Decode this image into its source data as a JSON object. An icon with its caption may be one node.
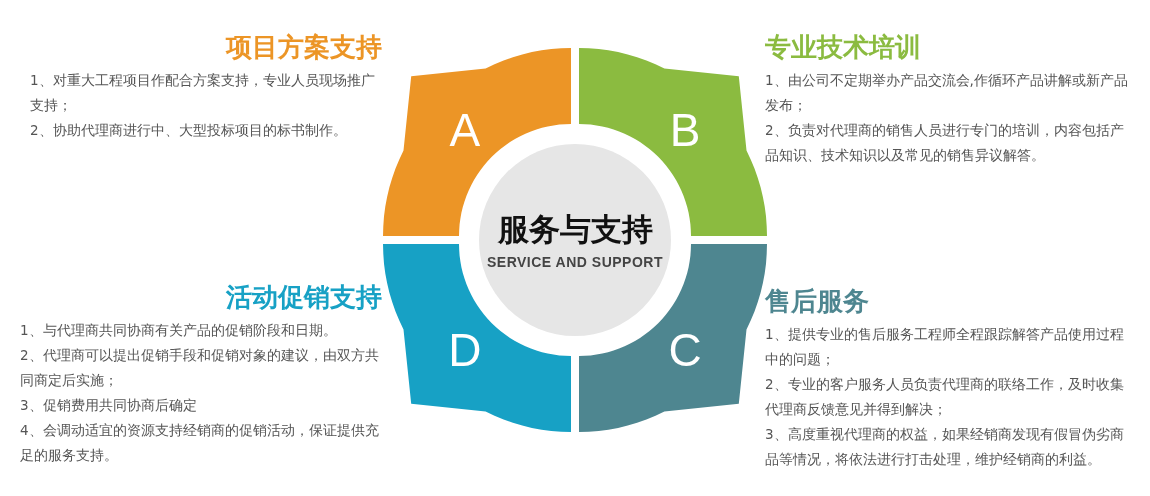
{
  "diagram": {
    "nodes": [
      {
        "text": [
          "服务与支持",
          "SERVICE AND SUPPORT"
        ]
      },
      {
        "text": [
          "A"
        ],
        "beside": [
          "项目方案支持",
          "1、对重大工程项目作配合方案支持，专业人员现场推广支持；",
          "2、协助代理商进行中、大型投标项目的标书制作。"
        ]
      },
      {
        "text": [
          "B"
        ],
        "beside": [
          "专业技术培训",
          "1、由公司不定期举办产品交流会,作循环产品讲解或新产品发布；",
          "2、负责对代理商的销售人员进行专门的培训，内容包括产品知识、技术知识以及常见的销售异议解答。"
        ]
      },
      {
        "text": [
          "D"
        ],
        "beside": [
          "活动促销支持",
          "1、与代理商共同协商有关产品的促销阶段和日期。",
          "2、代理商可以提出促销手段和促销对象的建议，由双方共同商定后实施；",
          "3、促销费用共同协商后确定",
          "4、会调动适宜的资源支持经销商的促销活动，保证提供充足的服务支持。"
        ]
      },
      {
        "text": [
          "C"
        ],
        "beside": [
          "售后服务",
          "1、提供专业的售后服务工程师全程跟踪解答产品使用过程中的问题；",
          "2、专业的客户服务人员负责代理商的联络工作，及时收集代理商反馈意见并得到解决；",
          "3、高度重视代理商的权益，如果经销商发现有假冒伪劣商品等情况，将依法进行打击处理，维护经销商的利益。"
        ]
      }
    ],
    "edges": []
  }
}
